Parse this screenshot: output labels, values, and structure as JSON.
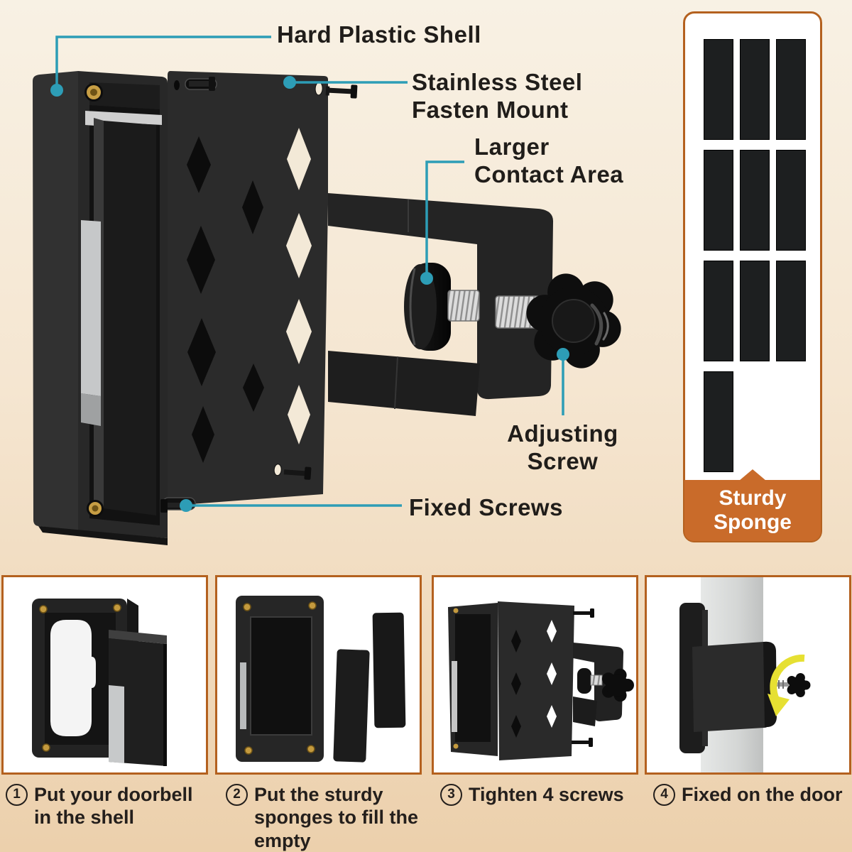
{
  "title": "Doorbell mount installation diagram",
  "colors": {
    "callout_teal": "#2d9db6",
    "accent_orange": "#c96b2a",
    "panel_border_orange": "#b4611f",
    "background_top": "#f8f1e4",
    "background_bottom": "#ecd0ac",
    "label_text": "#201d1a",
    "product_black": "#242424"
  },
  "callouts": {
    "hard_plastic_shell": "Hard Plastic Shell",
    "stainless_steel_mount": "Stainless Steel\nFasten Mount",
    "larger_contact_area": "Larger\nContact Area",
    "adjusting_screw": "Adjusting\nScrew",
    "fixed_screws": "Fixed Screws"
  },
  "sponge_panel": {
    "label": "Sturdy Sponge",
    "strip_rows": [
      3,
      3,
      3,
      1
    ],
    "strip_total": 10
  },
  "steps": [
    {
      "num": "1",
      "caption": "Put your doorbell in the shell"
    },
    {
      "num": "2",
      "caption": "Put the sturdy sponges to fill the empty"
    },
    {
      "num": "3",
      "caption": "Tighten 4 screws"
    },
    {
      "num": "4",
      "caption": "Fixed on the door"
    }
  ]
}
